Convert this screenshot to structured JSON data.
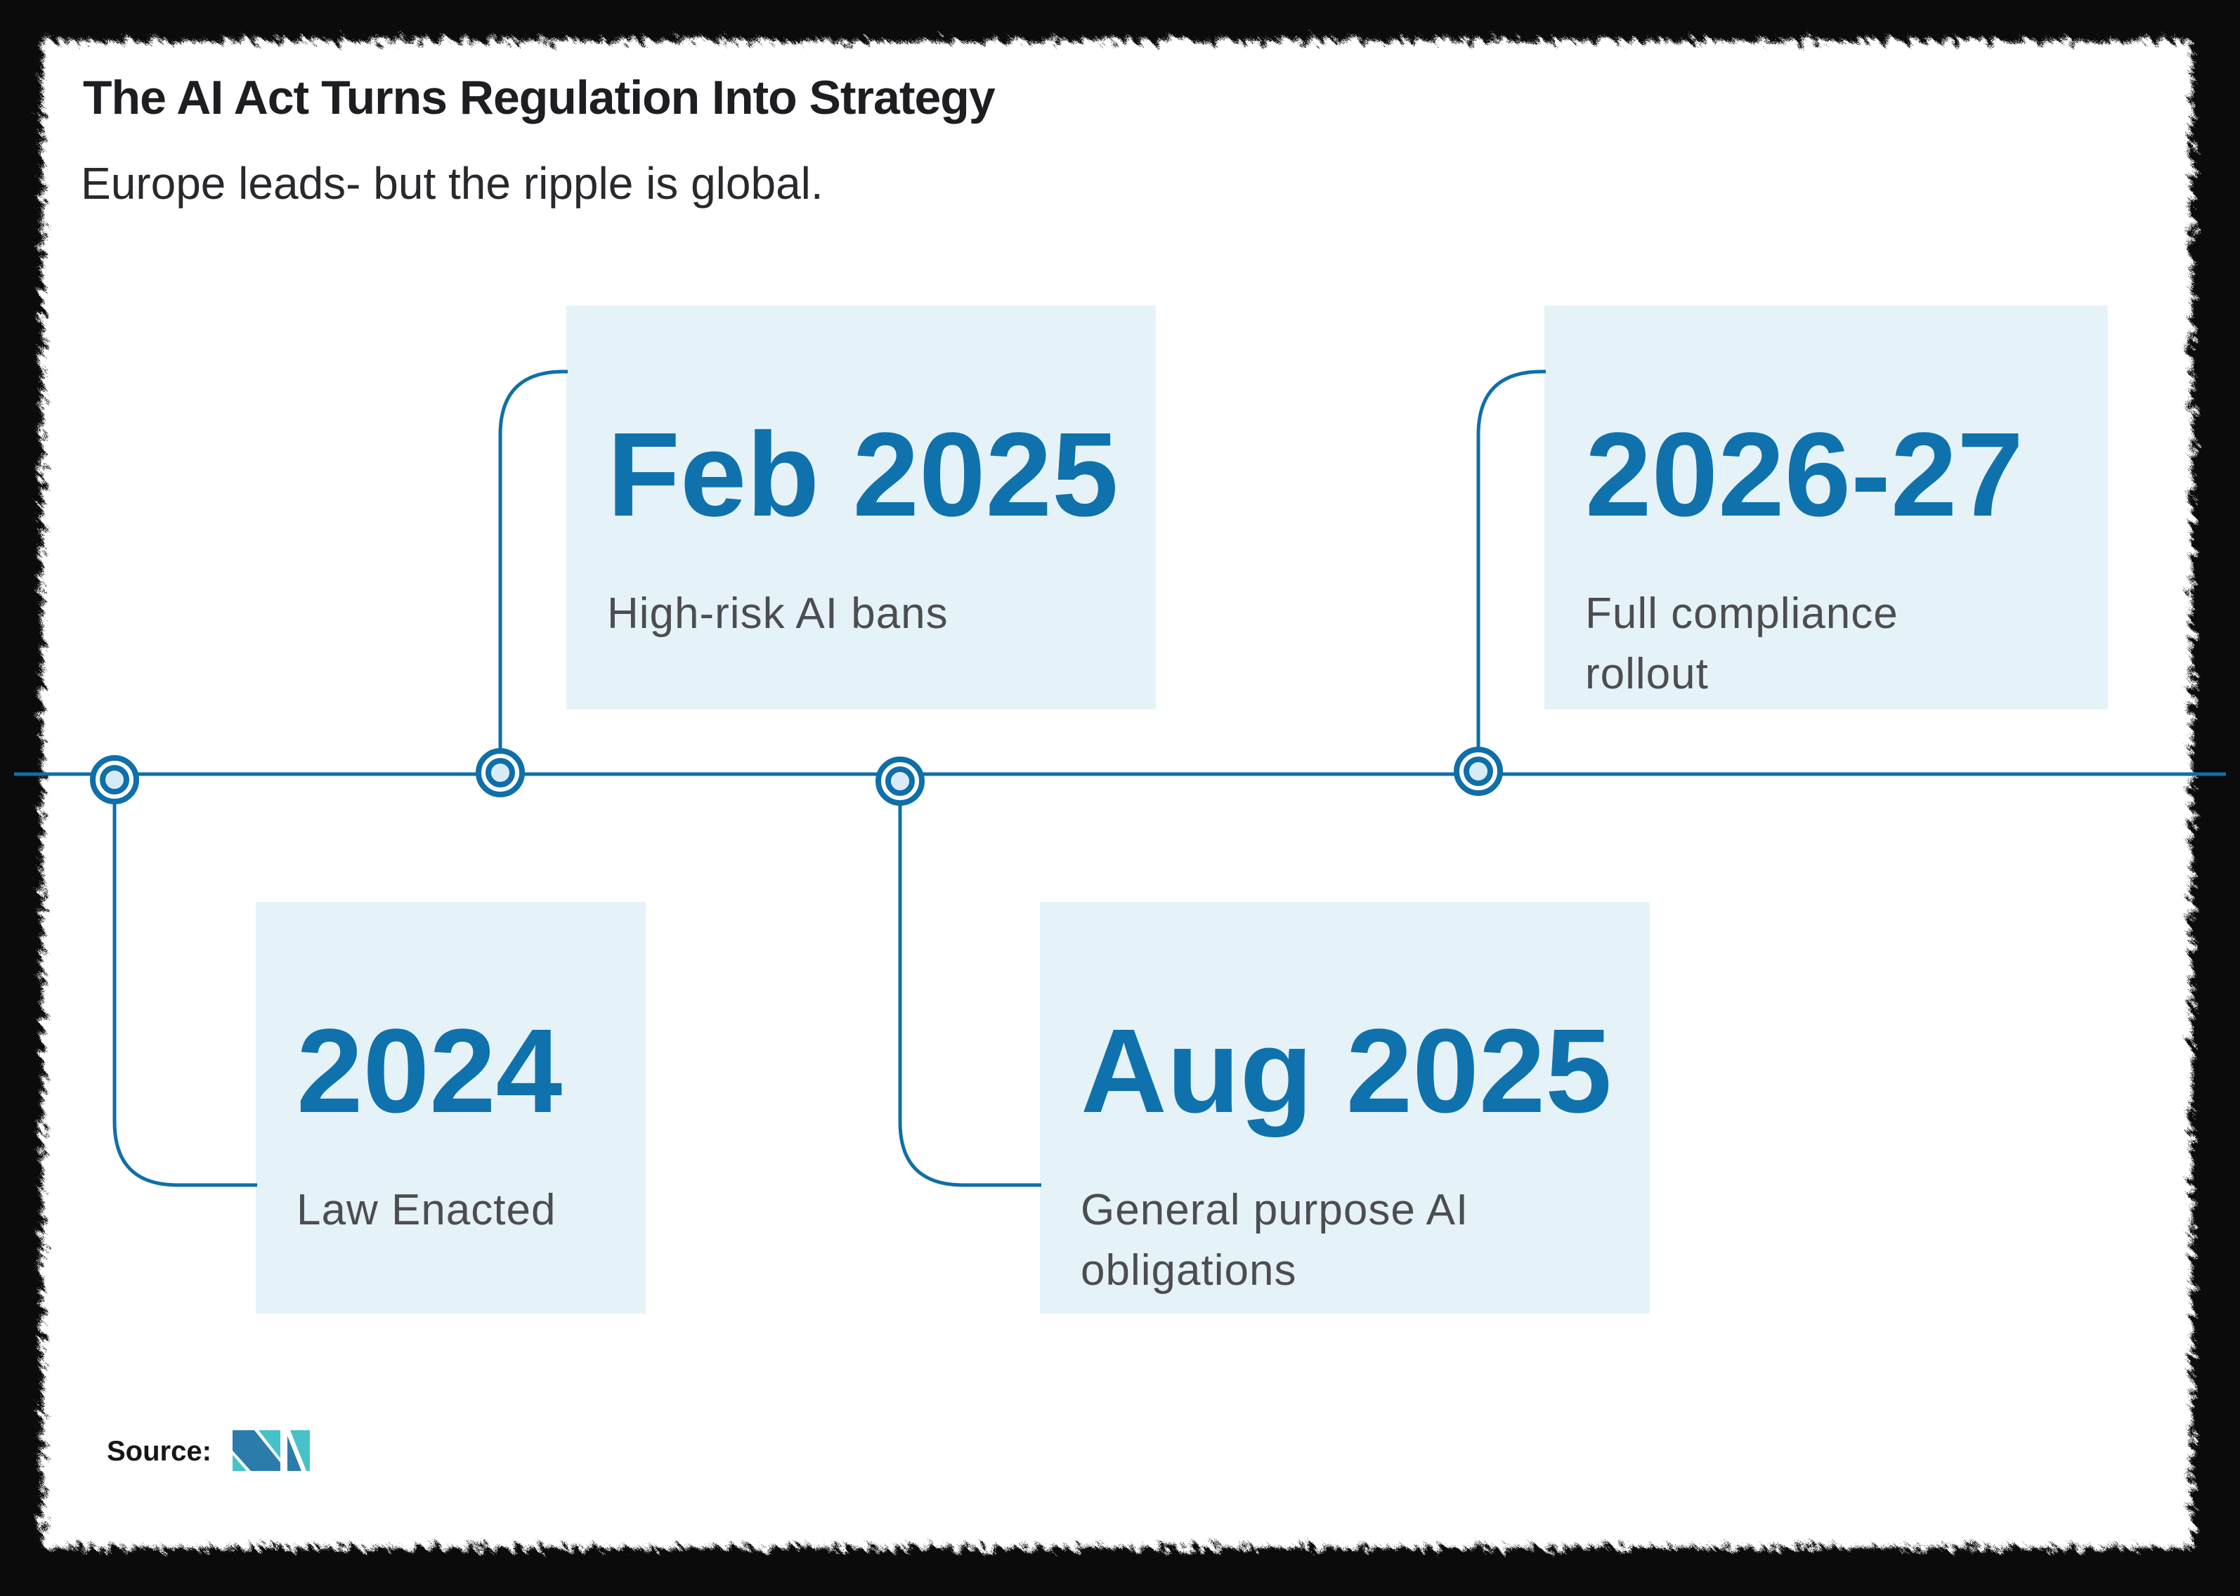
{
  "header": {
    "title": "The AI Act Turns Regulation Into Strategy",
    "subtitle": "Europe leads- but the ripple is global."
  },
  "chart_data": {
    "type": "table",
    "title": "The AI Act Turns Regulation Into Strategy",
    "subtitle": "Europe leads- but the ripple is global.",
    "layout_hint": "horizontal timeline, cards alternate below/above the axis",
    "milestones": [
      {
        "date": "2024",
        "description": "Law Enacted",
        "position": "below"
      },
      {
        "date": "Feb 2025",
        "description": "High-risk AI bans",
        "position": "above"
      },
      {
        "date": "Aug 2025",
        "description": "General purpose AI\nobligations",
        "position": "below"
      },
      {
        "date": "2026-27",
        "description": "Full compliance\nrollout",
        "position": "above"
      }
    ]
  },
  "timeline": {
    "milestones": [
      {
        "date": "2024",
        "description": "Law Enacted",
        "position": "below"
      },
      {
        "date": "Feb 2025",
        "description": "High-risk AI bans",
        "position": "above"
      },
      {
        "date": "Aug 2025",
        "description": "General purpose AI\nobligations",
        "position": "below"
      },
      {
        "date": "2026-27",
        "description": "Full compliance\nrollout",
        "position": "above"
      }
    ]
  },
  "footer": {
    "source_label": "Source:",
    "logo": "mordor-intelligence-logo"
  },
  "colors": {
    "accent_blue": "#0e6fa9",
    "date_blue": "#0f72ad",
    "card_bg": "#e5f3f9",
    "desc_gray": "#4d4d50",
    "title_dark": "#1d1e21",
    "subtitle_dark": "#29292d",
    "frame_black": "#0b0b0b",
    "node_fill": "#d7ebf7",
    "logo_teal": "#47c2c8",
    "logo_blue": "#2b7cab"
  }
}
